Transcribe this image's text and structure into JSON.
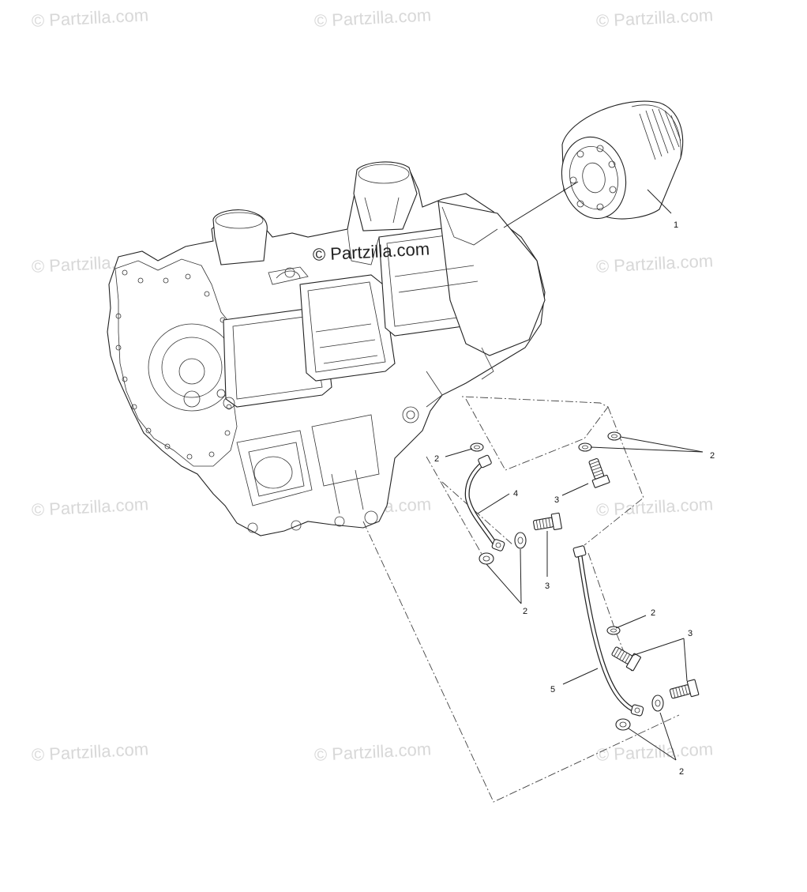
{
  "watermark": {
    "text": "© Partzilla.com"
  },
  "center_watermark": {
    "text": "© Partzilla.com"
  },
  "callouts": {
    "c1": "1",
    "c2a": "2",
    "c2b": "2",
    "c2c": "2",
    "c2d": "2",
    "c2e": "2",
    "c3a": "3",
    "c3b": "3",
    "c3c": "3",
    "c4": "4",
    "c5": "5"
  }
}
